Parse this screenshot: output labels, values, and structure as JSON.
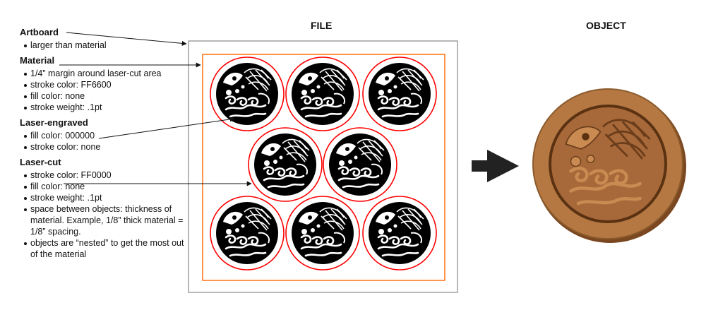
{
  "titles": {
    "file": "FILE",
    "object": "OBJECT"
  },
  "legend": [
    {
      "heading": "Artboard",
      "items": [
        "larger than material"
      ]
    },
    {
      "heading": "Material",
      "items": [
        "1/4” margin around laser-cut area",
        "stroke color: FF6600",
        "fill color: none",
        "stroke weight: .1pt"
      ]
    },
    {
      "heading": "Laser-engraved",
      "items": [
        "fill color: 000000",
        "stroke color: none"
      ]
    },
    {
      "heading": "Laser-cut",
      "items": [
        "stroke color: FF0000",
        "fill color: none",
        "stroke weight: .1pt",
        "space between objects: thickness of material. Example, 1/8” thick material = 1/8” spacing.",
        "objects are “nested” to get the most out of the material"
      ]
    }
  ],
  "colors": {
    "material_stroke": "#FF6600",
    "cut_stroke": "#FF0000",
    "engrave_fill": "#000000",
    "artboard_stroke": "#888888",
    "wood": "#A8693A"
  },
  "icons": {
    "arrow": "right-arrow-icon",
    "medallion": "koi-fish-icon"
  }
}
